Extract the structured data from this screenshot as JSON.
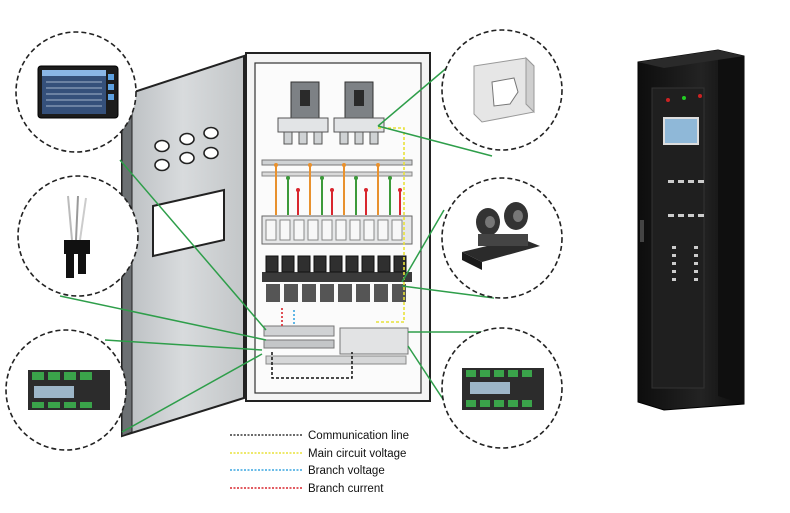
{
  "legend": {
    "items": [
      {
        "label": "Communication line",
        "color": "#111111"
      },
      {
        "label": "Main circuit voltage",
        "color": "#e8e23a"
      },
      {
        "label": "Branch voltage",
        "color": "#3aa6e0"
      },
      {
        "label": "Branch current",
        "color": "#d9262e"
      }
    ]
  },
  "colors": {
    "connector_line": "#2e9e4a",
    "door_panel": "#cfd2d4",
    "cabinet_frame": "#222222",
    "rack_body": "#1a1a1a",
    "hmi_screen": "#8fb8d8"
  },
  "callouts": [
    {
      "icon": "touch-screen-display-icon"
    },
    {
      "icon": "current-sensor-cable-icon"
    },
    {
      "icon": "din-rail-meter-module-icon"
    },
    {
      "icon": "split-core-current-transformer-icon"
    },
    {
      "icon": "open-loop-hall-sensor-icon"
    },
    {
      "icon": "branch-monitoring-module-icon"
    }
  ]
}
